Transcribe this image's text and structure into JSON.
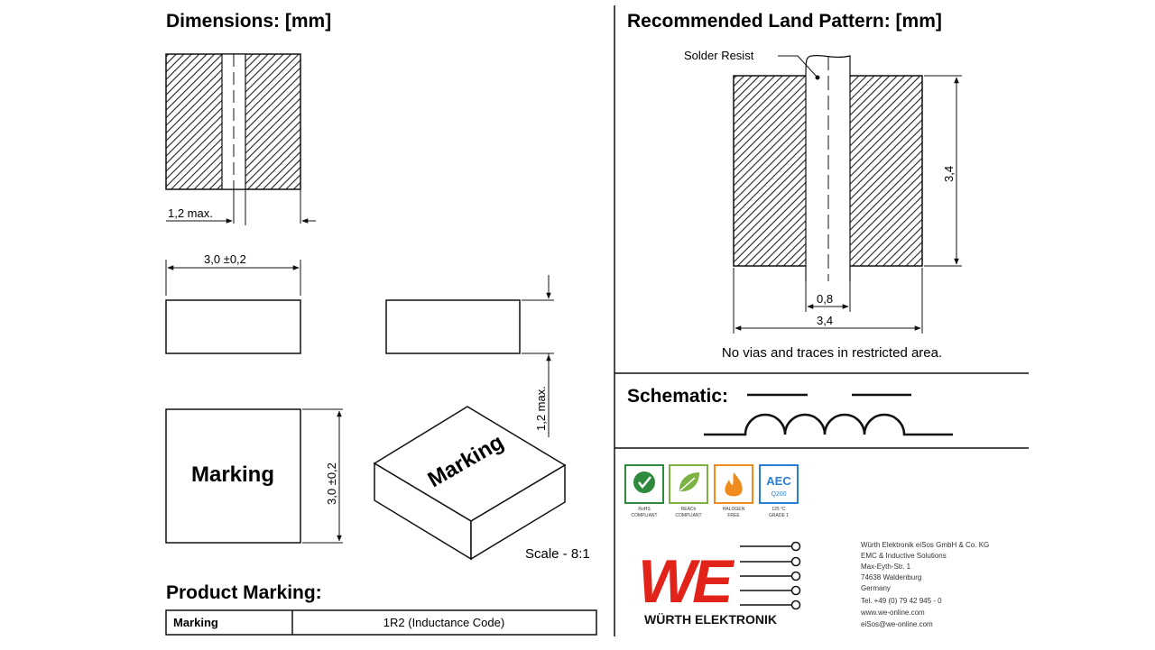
{
  "dimensions": {
    "title": "Dimensions: [mm]",
    "lead_width_label": "1,2 max.",
    "length_label": "3,0 ±0,2",
    "height_label": "1,2 max.",
    "width_label": "3,0 ±0,2",
    "top_view_text": "Marking",
    "iso_view_text": "Marking",
    "scale_label": "Scale - 8:1"
  },
  "land_pattern": {
    "title": "Recommended Land Pattern: [mm]",
    "solder_resist_label": "Solder Resist",
    "height_label": "3,4",
    "gap_label": "0,8",
    "width_label": "3,4",
    "note": "No vias and traces in restricted area."
  },
  "schematic": {
    "title": "Schematic:"
  },
  "product_marking": {
    "title": "Product Marking:",
    "rows": [
      {
        "label": "Marking",
        "value": "1R2 (Inductance Code)"
      }
    ]
  },
  "compliance_badges": [
    {
      "name": "rohs",
      "icon": "globe-check-icon",
      "color": "#2e8b3d",
      "lines": [
        "RoHS",
        "COMPLIANT"
      ]
    },
    {
      "name": "reach",
      "icon": "leaf-icon",
      "color": "#7cb342",
      "lines": [
        "REACh",
        "COMPLIANT"
      ]
    },
    {
      "name": "halogen",
      "icon": "flame-icon",
      "color": "#f08c1e",
      "lines": [
        "HALOGEN",
        "FREE"
      ]
    },
    {
      "name": "aec",
      "icon": "aec-q200-icon",
      "color": "#2a7fd4",
      "badge_text": [
        "AEC",
        "Q200"
      ],
      "lines": [
        "125 °C",
        "GRADE 1"
      ]
    }
  ],
  "brand": {
    "logo_text": "WE",
    "name": "WÜRTH ELEKTRONIK",
    "accent": "#e2231a",
    "address": [
      "Würth Elektronik eiSos GmbH & Co. KG",
      "EMC & Inductive Solutions",
      "Max-Eyth-Str. 1",
      "74638 Waldenburg",
      "Germany",
      "Tel. +49 (0) 79 42 945 - 0",
      "www.we-online.com",
      "eiSos@we-online.com"
    ]
  }
}
